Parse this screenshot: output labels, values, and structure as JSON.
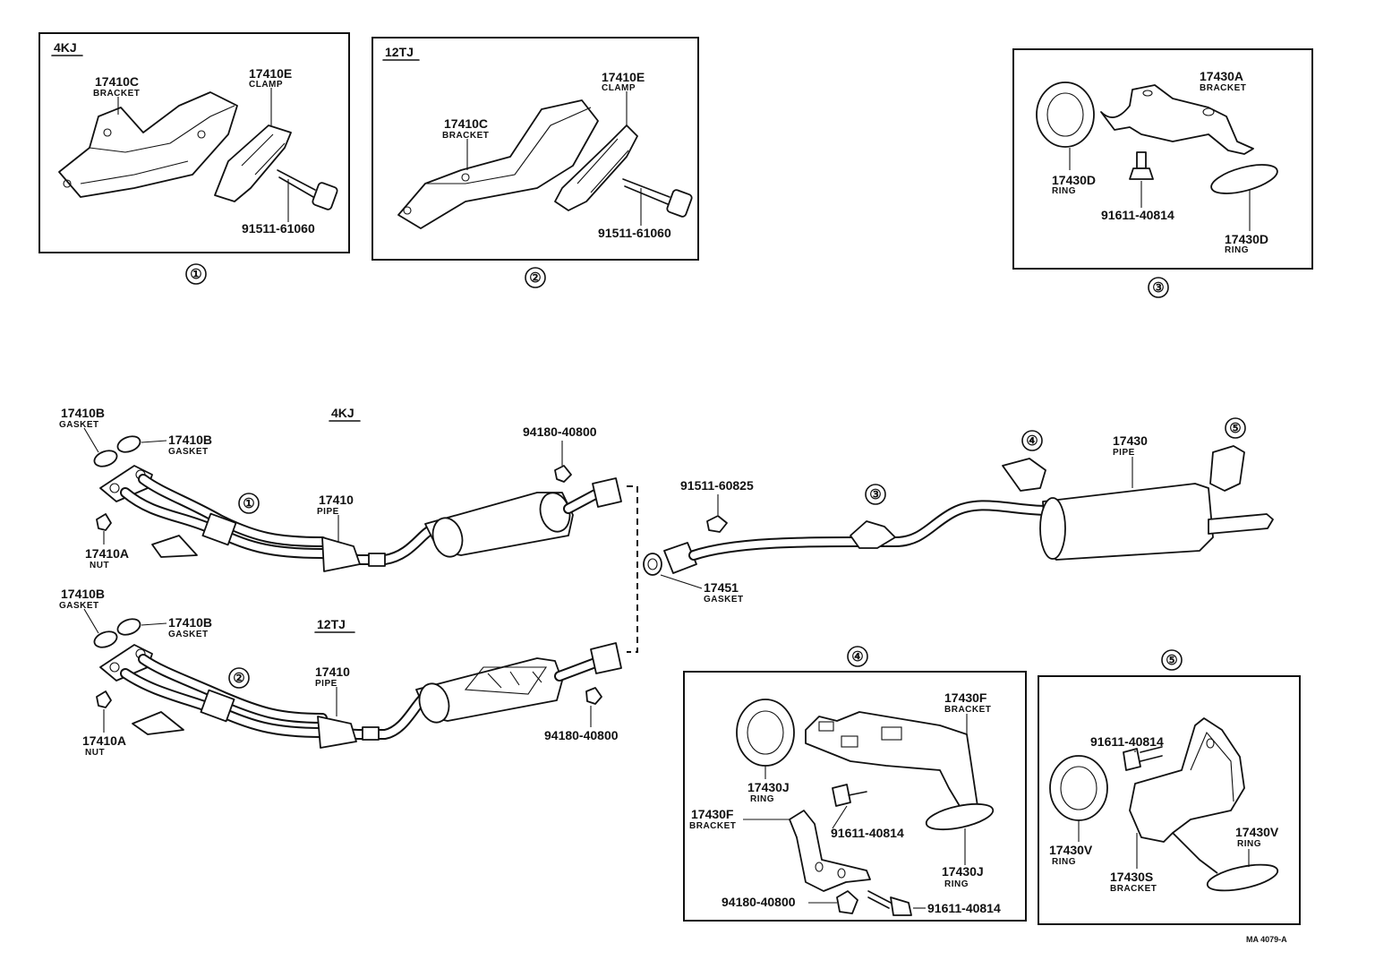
{
  "figure_ref": "MA 4079-A",
  "engine_labels": {
    "a": "4KJ",
    "b": "12TJ"
  },
  "inset_numbers": [
    "①",
    "②",
    "③",
    "④",
    "⑤"
  ],
  "parts": {
    "p17410C": {
      "num": "17410C",
      "name": "BRACKET"
    },
    "p17410E": {
      "num": "17410E",
      "name": "CLAMP"
    },
    "p91511_61060": {
      "num": "91511-61060"
    },
    "p17430A": {
      "num": "17430A",
      "name": "BRACKET"
    },
    "p17430D": {
      "num": "17430D",
      "name": "RING"
    },
    "p91611_40814": {
      "num": "91611-40814"
    },
    "p17410B": {
      "num": "17410B",
      "name": "GASKET"
    },
    "p17410A": {
      "num": "17410A",
      "name": "NUT"
    },
    "p17410": {
      "num": "17410",
      "name": "PIPE"
    },
    "p94180_40800": {
      "num": "94180-40800"
    },
    "p91511_60825": {
      "num": "91511-60825"
    },
    "p17451": {
      "num": "17451",
      "name": "GASKET"
    },
    "p17430": {
      "num": "17430",
      "name": "PIPE"
    },
    "p17430F": {
      "num": "17430F",
      "name": "BRACKET"
    },
    "p17430J": {
      "num": "17430J",
      "name": "RING"
    },
    "p17430V": {
      "num": "17430V",
      "name": "RING"
    },
    "p17430S": {
      "num": "17430S",
      "name": "BRACKET"
    }
  }
}
